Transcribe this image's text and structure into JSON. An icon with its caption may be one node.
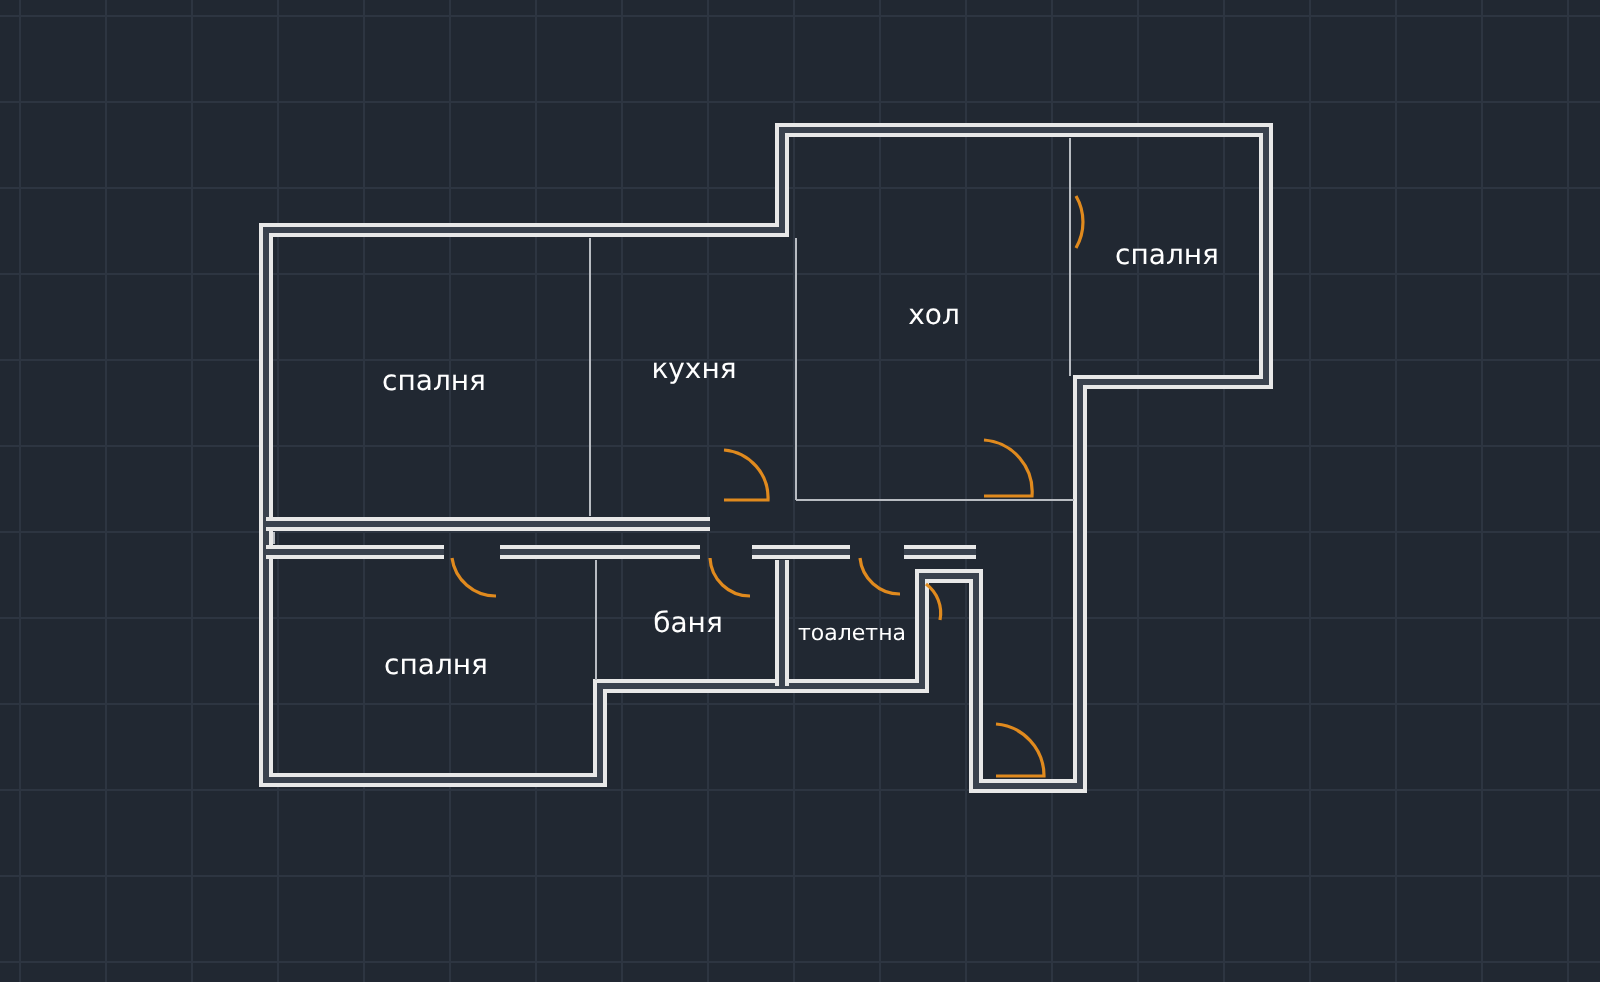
{
  "diagram": {
    "nodes": [
      {
        "text": [
          "спалня"
        ]
      },
      {
        "text": [
          "кухня"
        ]
      },
      {
        "text": [
          "хол"
        ]
      },
      {
        "text": [
          "спалня"
        ]
      },
      {
        "text": [
          "спалня"
        ]
      },
      {
        "text": [
          "баня"
        ]
      },
      {
        "text": [
          "тоалетна"
        ]
      }
    ]
  }
}
